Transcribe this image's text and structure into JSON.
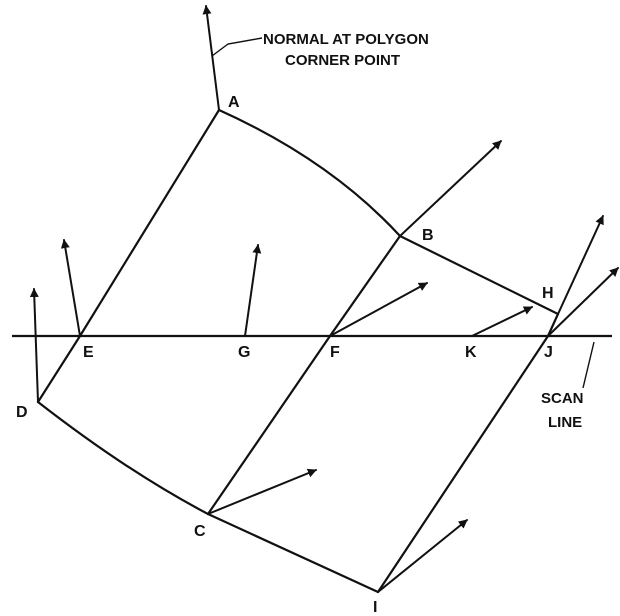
{
  "labels": {
    "A": "A",
    "B": "B",
    "C": "C",
    "D": "D",
    "E": "E",
    "F": "F",
    "G": "G",
    "H": "H",
    "I": "I",
    "J": "J",
    "K": "K"
  },
  "annotations": {
    "normal_line1": "NORMAL AT POLYGON",
    "normal_line2": "CORNER POINT",
    "scan_line1": "SCAN",
    "scan_line2": "LINE"
  }
}
